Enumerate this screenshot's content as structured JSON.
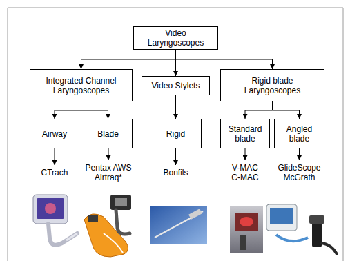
{
  "diagram": {
    "nodes": [
      {
        "text": [
          "Video Laryngoscopes"
        ]
      },
      {
        "text": [
          "Integrated Channel Laryngoscopes"
        ]
      },
      {
        "text": [
          "Video Stylets"
        ]
      },
      {
        "text": [
          "Rigid blade Laryngoscopes"
        ]
      },
      {
        "text": [
          "Airway"
        ]
      },
      {
        "text": [
          "Blade"
        ]
      },
      {
        "text": [
          "Rigid"
        ]
      },
      {
        "text": [
          "Standard blade"
        ]
      },
      {
        "text": [
          "Angled blade"
        ]
      }
    ],
    "edges": [
      {
        "from": 0,
        "to": 1,
        "arrow": "to"
      },
      {
        "from": 0,
        "to": 2,
        "arrow": "to"
      },
      {
        "from": 0,
        "to": 3,
        "arrow": "to"
      },
      {
        "from": 1,
        "to": 4,
        "arrow": "to"
      },
      {
        "from": 1,
        "to": 5,
        "arrow": "to"
      },
      {
        "from": 2,
        "to": 6,
        "arrow": "to"
      },
      {
        "from": 3,
        "to": 7,
        "arrow": "to"
      },
      {
        "from": 3,
        "to": 8,
        "arrow": "to"
      }
    ],
    "labels": [
      "CTrach",
      "Pentax AWS",
      "Airtraq*",
      "Bonfils",
      "V-MAC",
      "C-MAC",
      "GlideScope",
      "McGrath"
    ]
  }
}
